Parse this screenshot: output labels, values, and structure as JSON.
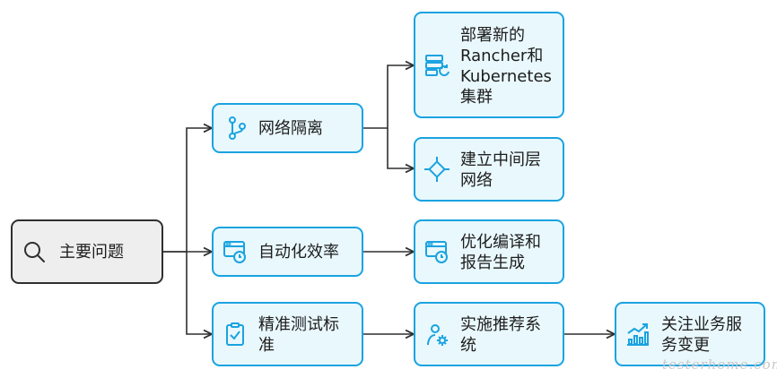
{
  "nodes": {
    "root": {
      "label": "主要问题",
      "icon": "search-icon"
    },
    "network_isolation": {
      "label": "网络隔离",
      "icon": "branch-icon"
    },
    "automation_efficiency": {
      "label": "自动化效率",
      "icon": "window-clock-icon"
    },
    "test_standard": {
      "label": "精准测试标\n准",
      "icon": "clipboard-check-icon"
    },
    "deploy_new": {
      "label": "部署新的\nRancher和\nKubernetes\n集群",
      "icon": "server-refresh-icon"
    },
    "middle_layer": {
      "label": "建立中间层\n网络",
      "icon": "diamond-network-icon"
    },
    "optimize_compile": {
      "label": "优化编译和\n报告生成",
      "icon": "window-clock-icon"
    },
    "recommend_system": {
      "label": "实施推荐系\n统",
      "icon": "person-gear-icon"
    },
    "focus_changes": {
      "label": "关注业务服\n务变更",
      "icon": "chart-up-icon"
    }
  },
  "watermark": "testerhome.com",
  "colors": {
    "accent_border": "#1aa3e0",
    "accent_fill": "#e9f8fd",
    "root_fill": "#eeeeee",
    "edge": "#2f2f2f"
  }
}
